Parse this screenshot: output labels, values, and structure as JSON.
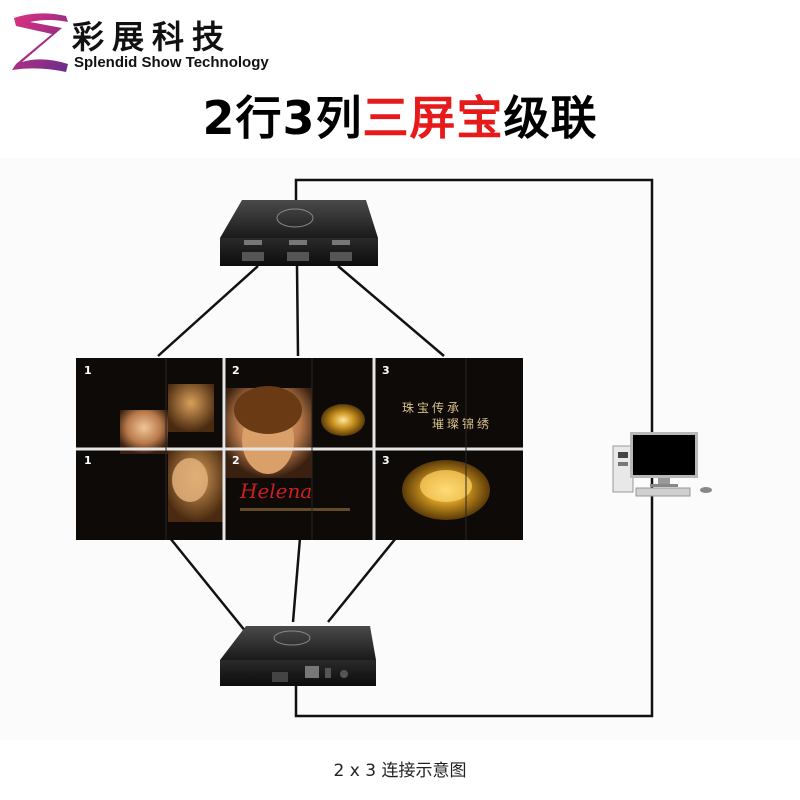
{
  "logo": {
    "cn": "彩展科技",
    "en": "Splendid Show Technology",
    "brand_colors": [
      "#d62779",
      "#6a2d8c"
    ]
  },
  "title": {
    "part1": "2行3列",
    "part2_red": "三屏宝",
    "part3": "级联",
    "accent_color": "#e61a1a"
  },
  "screens": {
    "top_labels": [
      "1",
      "2",
      "3"
    ],
    "bottom_labels": [
      "1",
      "2",
      "3"
    ],
    "slogan_top": "珠宝传承",
    "slogan_bottom": "璀璨锦绣",
    "brand_script": "Helena"
  },
  "caption": "2 x 3 连接示意图"
}
